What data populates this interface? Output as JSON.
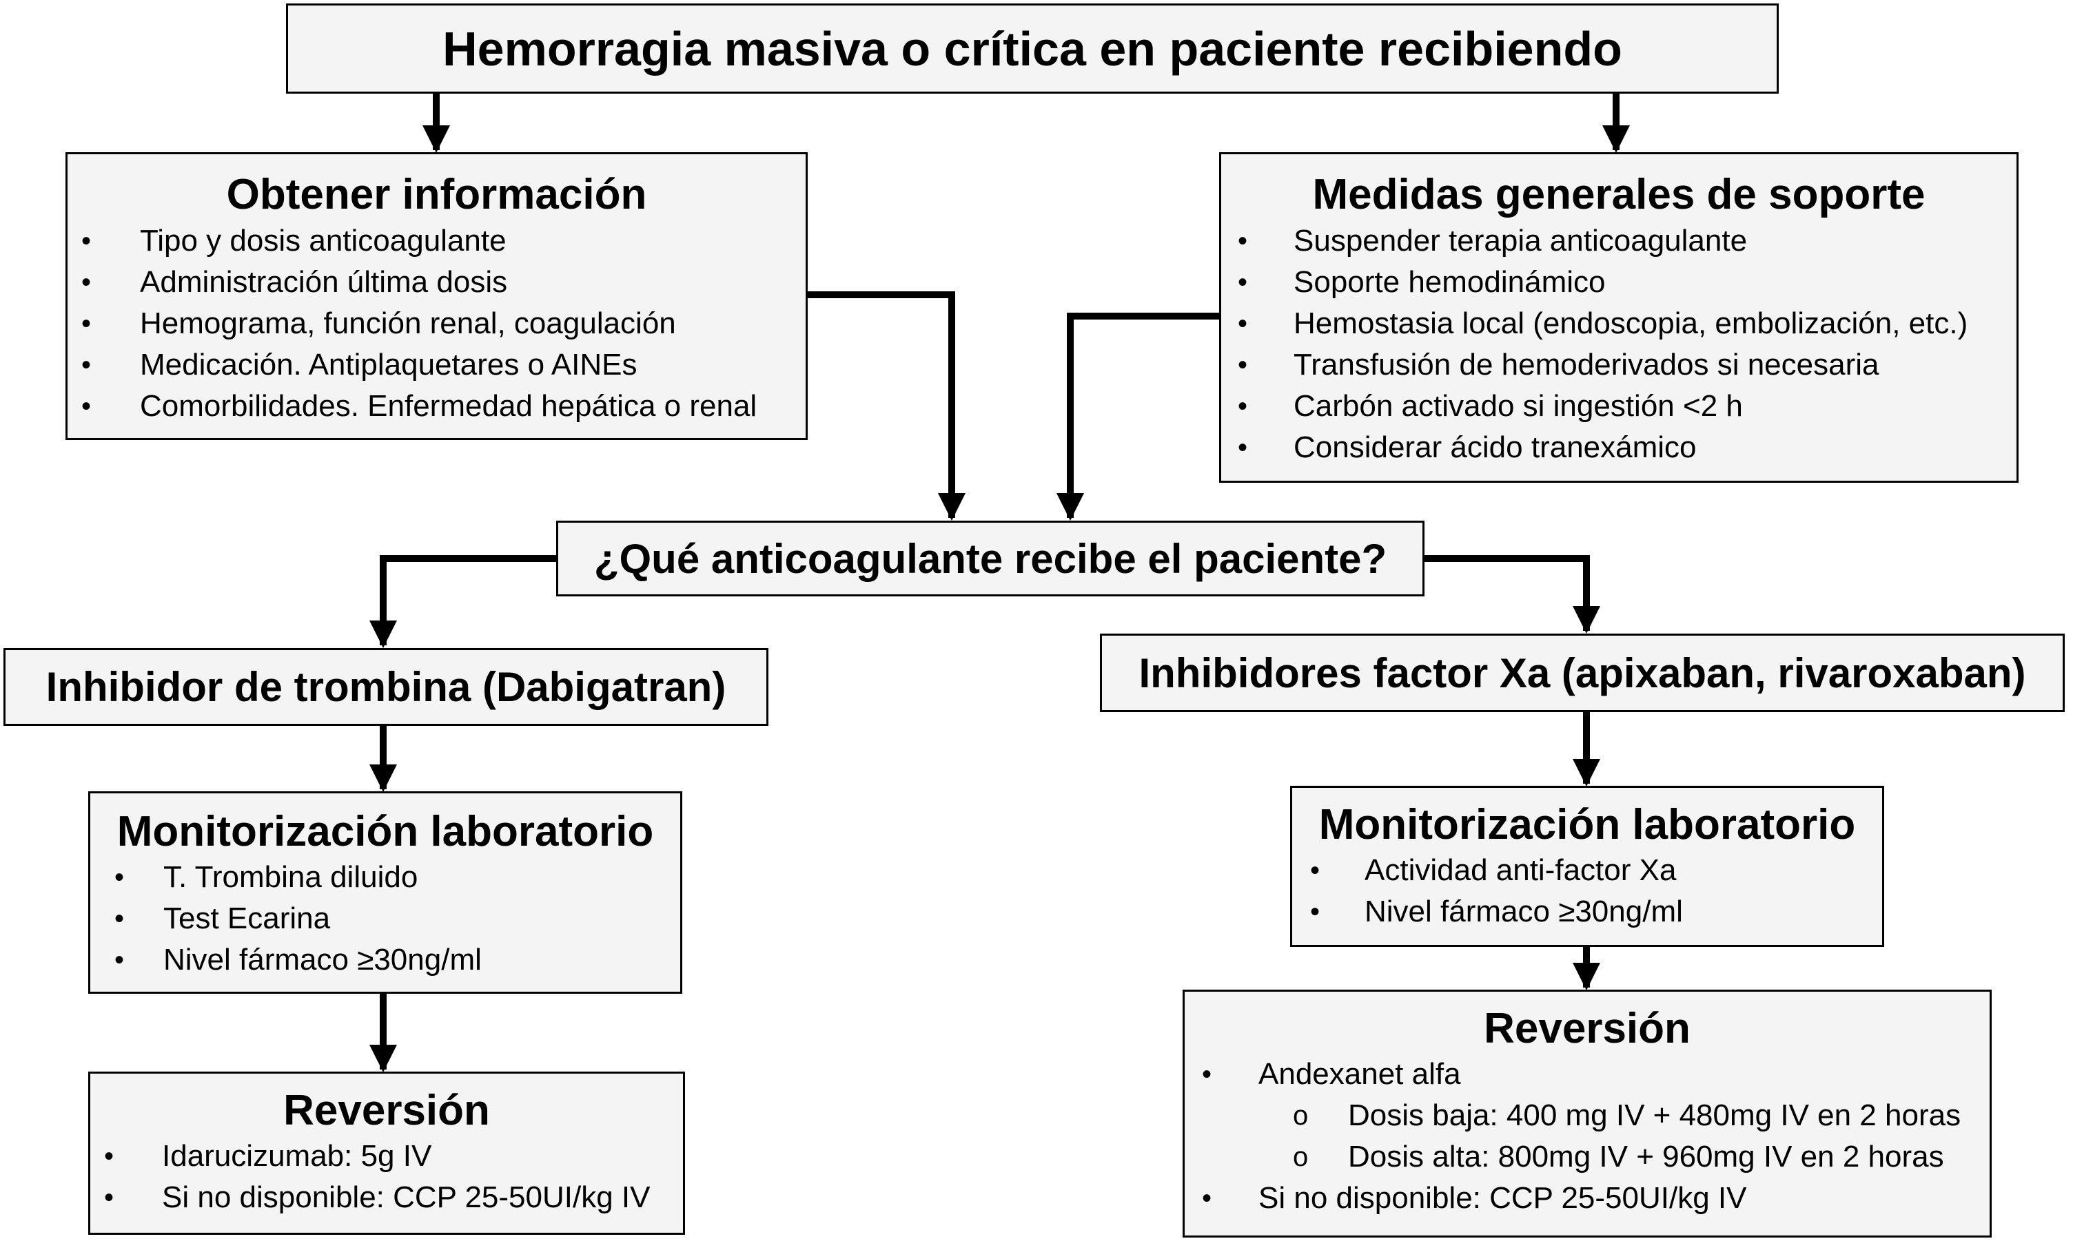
{
  "top": {
    "title": "Hemorragia masiva o crítica en paciente recibiendo"
  },
  "info": {
    "heading": "Obtener información",
    "items": [
      "Tipo y dosis anticoagulante",
      "Administración última dosis",
      "Hemograma, función renal, coagulación",
      "Medicación. Antiplaquetares o AINEs",
      "Comorbilidades. Enfermedad hepática o renal"
    ]
  },
  "support": {
    "heading": "Medidas generales de soporte",
    "items": [
      "Suspender terapia anticoagulante",
      "Soporte hemodinámico",
      "Hemostasia local (endoscopia, embolización, etc.)",
      "Transfusión de hemoderivados si necesaria",
      "Carbón activado si ingestión <2 h",
      "Considerar ácido tranexámico"
    ]
  },
  "question": {
    "title": "¿Qué anticoagulante recibe el paciente?"
  },
  "left": {
    "title": "Inhibidor de trombina (Dabigatran)",
    "monitor": {
      "heading": "Monitorización laboratorio",
      "items": [
        "T. Trombina diluido",
        "Test Ecarina",
        "Nivel fármaco  ≥30ng/ml"
      ]
    },
    "reversal": {
      "heading": "Reversión",
      "items": [
        "Idarucizumab: 5g IV",
        "Si no disponible: CCP 25-50UI/kg IV"
      ]
    }
  },
  "right": {
    "title": "Inhibidores factor Xa (apixaban, rivaroxaban)",
    "monitor": {
      "heading": "Monitorización laboratorio",
      "items": [
        "Actividad anti-factor Xa",
        "Nivel fármaco  ≥30ng/ml"
      ]
    },
    "reversal": {
      "heading": "Reversión",
      "items": [
        "Andexanet alfa",
        "Dosis baja: 400 mg IV + 480mg IV en 2 horas",
        "Dosis alta: 800mg IV + 960mg IV en 2 horas",
        "Si no disponible: CCP 25-50UI/kg IV"
      ]
    }
  },
  "symbols": {
    "bullet": "•",
    "sub_bullet": "o"
  }
}
